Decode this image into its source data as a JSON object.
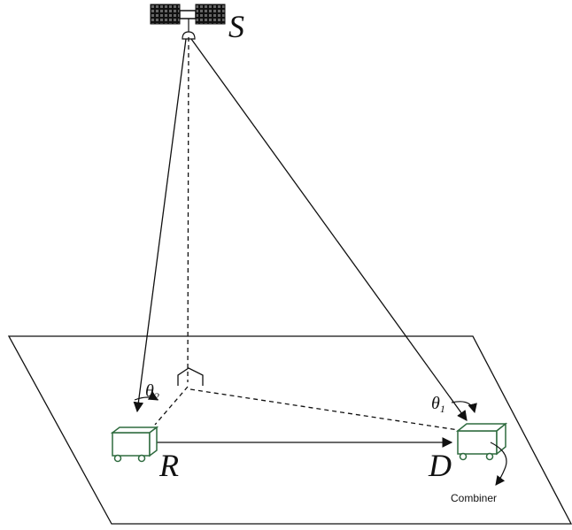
{
  "labels": {
    "satellite": "S",
    "relay": "R",
    "destination": "D",
    "theta2_symbol": "θ",
    "theta2_sub": "2",
    "theta1_symbol": "θ",
    "theta1_sub": "1",
    "combiner": "Combiner"
  },
  "colors": {
    "line": "#111111",
    "vehicle": "#2f6b3f",
    "panel": "#222222"
  }
}
